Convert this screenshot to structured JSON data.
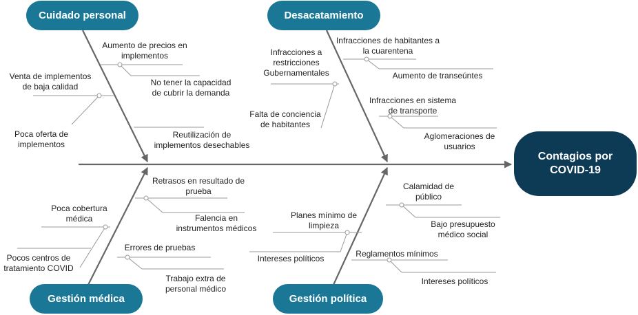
{
  "effect": {
    "label": "Contagios por\nCOVID-19"
  },
  "categories": {
    "cuidado": "Cuidado personal",
    "desacatamiento": "Desacatamiento",
    "medica": "Gestión médica",
    "politica": "Gestión política"
  },
  "causes": {
    "cuidado_1": "Aumento de precios en\nimplementos",
    "cuidado_1a": "No tener la capacidad\nde cubrir la demanda",
    "cuidado_2": "Venta de implementos\nde baja calidad",
    "cuidado_2a": "Poca oferta de\nimplementos",
    "cuidado_3": "Reutilización de\nimplementos desechables",
    "desac_1": "Infracciones a\nrestricciones\nGubernamentales",
    "desac_1a": "Falta de conciencia\nde habitantes",
    "desac_2": "Infracciones de habitantes a\nla cuarentena",
    "desac_2a": "Aumento de transeúntes",
    "desac_3": "Infracciones en sistema\nde transporte",
    "desac_3a": "Aglomeraciones de\nusuarios",
    "medica_1": "Retrasos en resultado de\nprueba",
    "medica_1a": "Falencia en\ninstrumentos médicos",
    "medica_2": "Poca cobertura\nmédica",
    "medica_2a": "Pocos centros de\ntratamiento COVID",
    "medica_3": "Errores de pruebas",
    "medica_3a": "Trabajo extra de\npersonal médico",
    "politica_1": "Calamidad de\npúblico",
    "politica_1a": "Bajo presupuesto\nmédico social",
    "politica_2": "Planes mínimo de\nlimpieza",
    "politica_2a": "Intereses políticos",
    "politica_3": "Reglamentos mínimos",
    "politica_3a": "Intereses políticos"
  },
  "colors": {
    "category": "#1a7896",
    "effect": "#0d3a55",
    "spine": "#666666",
    "branch": "#999999"
  }
}
